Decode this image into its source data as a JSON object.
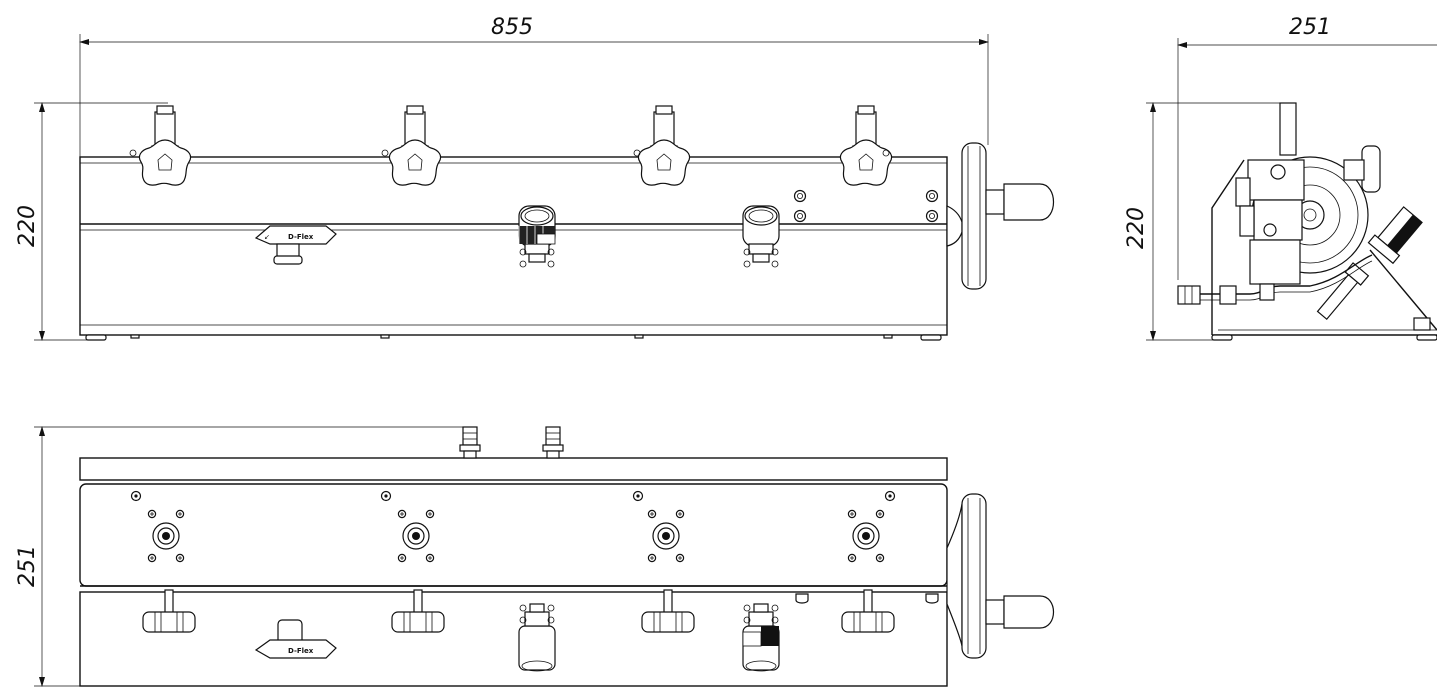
{
  "dimensions": {
    "front_width": "855",
    "front_height": "220",
    "side_width": "251",
    "side_height": "220",
    "top_depth": "251"
  },
  "brand_text": "D-Flex"
}
